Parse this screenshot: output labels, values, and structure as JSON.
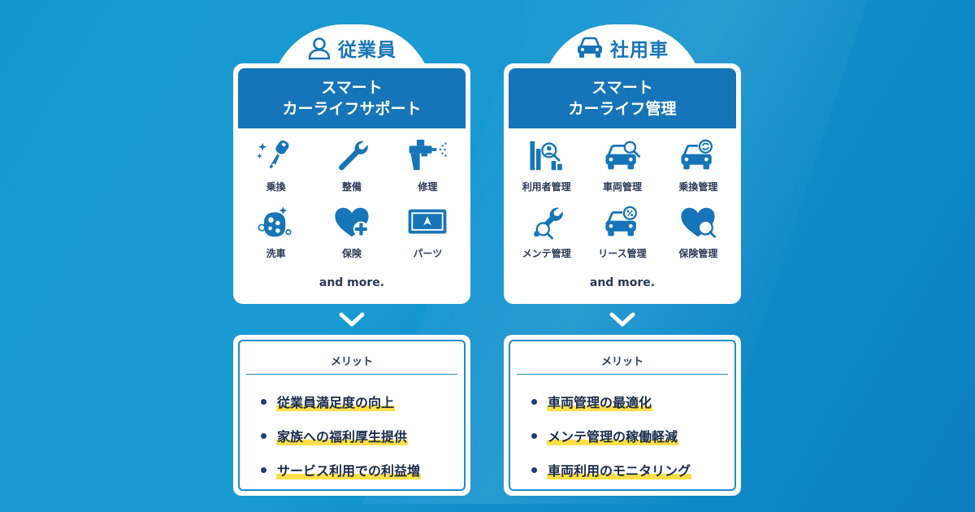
{
  "colors": {
    "brand_blue": "#1675b8",
    "accent_blue": "#1e8ec4",
    "highlight_yellow": "#ffe04a",
    "text_navy": "#1b2c4a"
  },
  "left": {
    "tab_title": "従業員",
    "tab_icon": "person-icon",
    "header_line1": "スマート",
    "header_line2": "カーライフサポート",
    "items": [
      {
        "label": "乗換",
        "icon": "car-key-icon"
      },
      {
        "label": "整備",
        "icon": "wrench-icon"
      },
      {
        "label": "修理",
        "icon": "spray-gun-icon"
      },
      {
        "label": "洗車",
        "icon": "sponge-icon"
      },
      {
        "label": "保険",
        "icon": "heart-plus-icon"
      },
      {
        "label": "パーツ",
        "icon": "navigation-display-icon"
      }
    ],
    "and_more": "and more.",
    "merit_title": "メリット",
    "merits": [
      "従業員満足度の向上",
      "家族への福利厚生提供",
      "サービス利用での利益増"
    ]
  },
  "right": {
    "tab_title": "社用車",
    "tab_icon": "car-icon",
    "header_line1": "スマート",
    "header_line2": "カーライフ管理",
    "items": [
      {
        "label": "利用者管理",
        "icon": "user-chart-icon"
      },
      {
        "label": "車両管理",
        "icon": "car-search-icon"
      },
      {
        "label": "乗換管理",
        "icon": "car-refresh-icon"
      },
      {
        "label": "メンテ管理",
        "icon": "wrench-search-icon"
      },
      {
        "label": "リース管理",
        "icon": "car-percent-icon"
      },
      {
        "label": "保険管理",
        "icon": "heart-search-icon"
      }
    ],
    "and_more": "and more.",
    "merit_title": "メリット",
    "merits": [
      "車両管理の最適化",
      "メンテ管理の稼働軽減",
      "車両利用のモニタリング"
    ]
  }
}
